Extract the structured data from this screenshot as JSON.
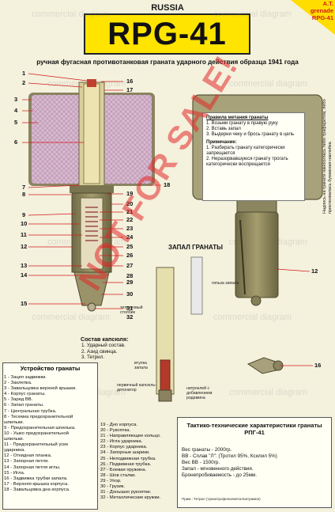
{
  "header": {
    "country": "RUSSIA",
    "title": "RPG-41",
    "corner_lines": [
      "A.T.",
      "grenade",
      "RPG-41"
    ],
    "subtitle": "ручная фугасная противотанковая граната ударного действия образца 1941 года"
  },
  "watermark": {
    "text": "commercial diagram",
    "stamp": "NOT FOR SALE!"
  },
  "callouts_left": [
    "1",
    "2",
    "3",
    "4",
    "5",
    "6",
    "7",
    "8",
    "9",
    "10",
    "11",
    "12",
    "13",
    "14",
    "15"
  ],
  "callouts_right": [
    "16",
    "17",
    "18",
    "19",
    "20",
    "21",
    "22",
    "23",
    "24",
    "25",
    "26",
    "27",
    "28",
    "29",
    "30",
    "31",
    "32"
  ],
  "instructions": {
    "heading": "Правила метания гранаты",
    "steps": [
      "1. Возьми гранату в правую руку",
      "2. Вставь запал",
      "3. Выдерни чеку и брось гранату в цель"
    ],
    "note_heading": "Примечание:",
    "notes": [
      "1. Разбирать гранату категорически запрещается",
      "2. Неразорвавшуюся гранату трогать категорически воспрещается"
    ],
    "side_note": "Надпись на гранате наносилась либо трафаретом, либо приклеивалась бумажная наклейка."
  },
  "exterior_callouts": [
    "12",
    "16"
  ],
  "fuze": {
    "title": "ЗАПАЛ ГРАНАТЫ",
    "labels": {
      "sleeve": "гильза запала",
      "tetryl": "тетриловый столбик",
      "bushing": "втулка запала",
      "primer": "первичный капсюль-детонатор",
      "nitro": "нитроклей с добавлением родамина"
    }
  },
  "capsule": {
    "title": "Состав капсюля:",
    "items": [
      "1. Ударный состав.",
      "2. Азид свинца.",
      "3. Тетрил."
    ]
  },
  "device": {
    "title": "Устройство гранаты",
    "items_col1": [
      "1 - Зацеп задвижки.",
      "2 - Заклепка.",
      "3 - Завальцовка верхней крышки.",
      "4 - Корпус гранаты.",
      "5 - Заряд ВВ.",
      "6 - Запал гранаты.",
      "7 - Центральная трубка.",
      "8 - Тесемка предохранительной",
      "шпильки.",
      "9 - Предохранительная шпилька.",
      "10 - Ушко предохранительной",
      "шпильки.",
      "11 - Предохранительный усик",
      "ударника.",
      "12 - Откидная планка.",
      "13 - Запорная петля.",
      "14 - Запорная петля иглы.",
      "15 - Игла.",
      "16 - Задвижка трубки запала.",
      "17 - Верхняя крышка корпуса.",
      "18 - Завальцовка дна корпуса."
    ],
    "items_col2": [
      "19 - Дно корпуса.",
      "20 - Рукоятка.",
      "21 - Направляющее кольцо.",
      "22 - Игла ударника.",
      "23 - Корпус ударника.",
      "24 - Запорные шарики.",
      "25 - Неподвижная трубка.",
      "26 - Подвижная трубка.",
      "27 - Боевая пружина.",
      "28 - Шов сталки.",
      "29 - Упор.",
      "30 - Грузик.",
      "31 - Донышко рукоятки.",
      "32 - Металлические кружки."
    ]
  },
  "specs": {
    "title": "Тактико-технические характеристики гранаты РПГ-41",
    "items": [
      "Вес гранаты - 2000гр.",
      "ВВ - Сплав \"Л\": (Тротил 95%, Ксилил 5%)",
      "Вес ВВ - 1500гр.",
      "Запал - мгновенного действия.",
      "Бронепробиваемость - до 25мм."
    ],
    "note": "Прим.: Тетрил (тринитрофенилметилнитрамин)"
  },
  "colors": {
    "background": "#f4f1dd",
    "title_box": "#ffe400",
    "stamp": "#e12828",
    "body_metal": "#b9b086",
    "charge": "#c8a8c0",
    "handle": "#8b8157",
    "callout_line": "#d41919"
  }
}
